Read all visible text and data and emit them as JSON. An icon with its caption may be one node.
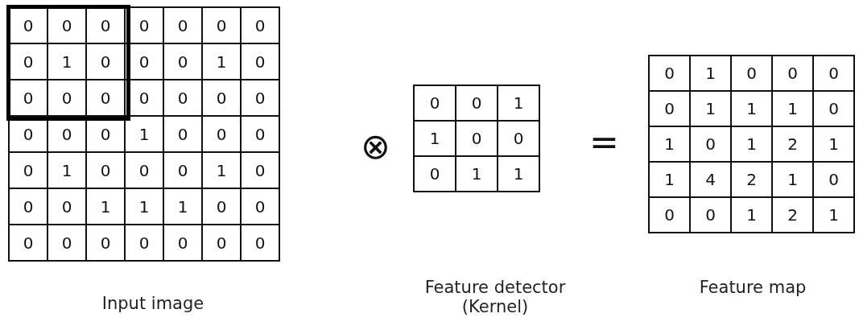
{
  "diagram": {
    "labels": [
      "0",
      "0",
      "0",
      "0",
      "0",
      "0",
      "0",
      "0",
      "1",
      "0",
      "0",
      "0",
      "1",
      "0",
      "0",
      "0",
      "0",
      "0",
      "0",
      "0",
      "0",
      "0",
      "0",
      "0",
      "1",
      "0",
      "0",
      "0",
      "0",
      "1",
      "0",
      "0",
      "0",
      "1",
      "0",
      "0",
      "0",
      "1",
      "1",
      "1",
      "0",
      "0",
      "0",
      "0",
      "0",
      "0",
      "0",
      "0",
      "0",
      "⊗",
      "0",
      "0",
      "1",
      "1",
      "0",
      "0",
      "0",
      "1",
      "1",
      "=",
      "0",
      "1",
      "0",
      "0",
      "0",
      "0",
      "1",
      "1",
      "1",
      "0",
      "1",
      "0",
      "1",
      "2",
      "1",
      "1",
      "4",
      "2",
      "1",
      "0",
      "0",
      "0",
      "1",
      "2",
      "1",
      "Input image",
      "Feature detector (Kernel)",
      "Feature map"
    ]
  }
}
